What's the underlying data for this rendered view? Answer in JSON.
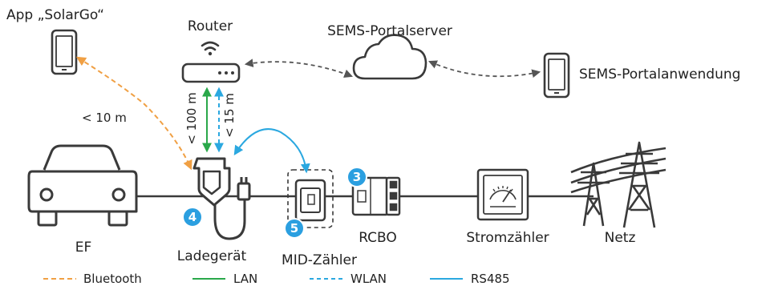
{
  "labels": {
    "app": "App „SolarGo“",
    "router": "Router",
    "sems_server": "SEMS-Portalserver",
    "sems_app": "SEMS-Portalanwendung",
    "dist_bluetooth": "< 10 m",
    "dist_lan": "< 100 m",
    "dist_wlan": "< 15 m",
    "ev": "EF",
    "charger": "Ladegerät",
    "meter_mid": "MID-Zähler",
    "rcbo": "RCBO",
    "electricity_meter": "Stromzähler",
    "grid": "Netz"
  },
  "badges": {
    "charger": "4",
    "meter_mid": "5",
    "rcbo": "3"
  },
  "legend": [
    {
      "label": "Bluetooth",
      "color": "#f0a044",
      "style": "dashed"
    },
    {
      "label": "LAN",
      "color": "#2aa84a",
      "style": "solid"
    },
    {
      "label": "WLAN",
      "color": "#2ba8e0",
      "style": "dashed"
    },
    {
      "label": "RS485",
      "color": "#2ba8e0",
      "style": "solid"
    }
  ],
  "colors": {
    "badge": "#2b9fe0",
    "gray_link": "#555555",
    "outline": "#3a3a3a"
  }
}
